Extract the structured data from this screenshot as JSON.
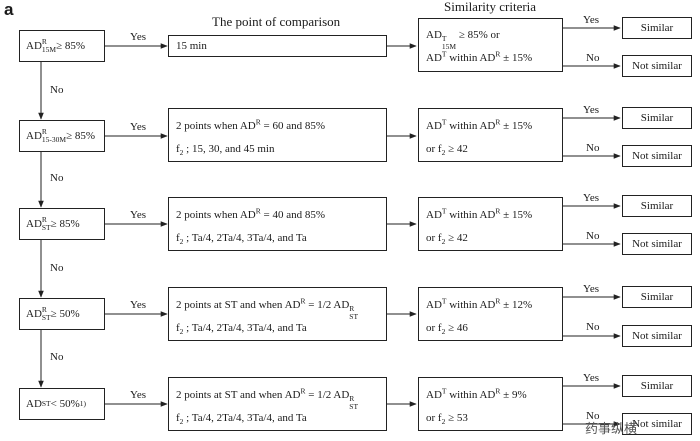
{
  "panel_label": "a",
  "headers": {
    "point": "The point of comparison",
    "criteria": "Similarity criteria"
  },
  "edge_labels": {
    "yes": "Yes",
    "no": "No"
  },
  "outcomes": {
    "similar": "Similar",
    "not_similar": "Not similar"
  },
  "rows": [
    {
      "cond": {
        "a": "AD",
        "sup": "R",
        "sub": "15M",
        "b": " ≥ 85%"
      },
      "point": {
        "l1": "15 min"
      },
      "crit": {
        "l1a": "AD",
        "l1sup": "T",
        "l1sub": "15M",
        "l1b": " ≥ 85% or",
        "l2a": "AD",
        "l2sup": "T",
        "l2b": " within AD",
        "l2sup2": "R",
        "l2c": " ± 15%"
      }
    },
    {
      "cond": {
        "a": "AD",
        "sup": "R",
        "sub": "15-30M",
        "b": " ≥ 85%"
      },
      "point": {
        "l1a": "2 points when AD",
        "l1sup": "R",
        "l1b": " = 60 and 85%",
        "l2a": "f",
        "l2sub": "2",
        "l2b": " ; 15, 30, and 45 min"
      },
      "crit": {
        "l1a": "AD",
        "l1sup": "T",
        "l1b": " within AD",
        "l1sup2": "R",
        "l1c": " ± 15%",
        "l2a": "or f",
        "l2sub": "2",
        "l2b": " ≥ 42"
      }
    },
    {
      "cond": {
        "a": "AD",
        "sup": "R",
        "sub": "ST",
        "b": " ≥ 85%"
      },
      "point": {
        "l1a": "2 points when AD",
        "l1sup": "R",
        "l1b": " = 40 and 85%",
        "l2a": "f",
        "l2sub": "2",
        "l2b": " ; Ta/4, 2Ta/4, 3Ta/4, and Ta"
      },
      "crit": {
        "l1a": "AD",
        "l1sup": "T",
        "l1b": " within AD",
        "l1sup2": "R",
        "l1c": " ± 15%",
        "l2a": "or f",
        "l2sub": "2",
        "l2b": " ≥ 42"
      }
    },
    {
      "cond": {
        "a": "AD",
        "sup": "R",
        "sub": "ST",
        "b": " ≥ 50%"
      },
      "point": {
        "l1a": "2 points at ST and when AD",
        "l1sup": "R",
        "l1b": " = 1/2 AD",
        "l1sup2": "R",
        "l1sub2": "ST",
        "l2a": "f",
        "l2sub": "2",
        "l2b": " ; Ta/4, 2Ta/4, 3Ta/4, and Ta"
      },
      "crit": {
        "l1a": "AD",
        "l1sup": "T",
        "l1b": " within AD",
        "l1sup2": "R",
        "l1c": " ± 12%",
        "l2a": "or f",
        "l2sub": "2",
        "l2b": " ≥ 46"
      }
    },
    {
      "cond": {
        "a": "AD",
        "sub": "ST",
        "b": " < 50%",
        "note": " 1)"
      },
      "point": {
        "l1a": "2 points at ST and when AD",
        "l1sup": "R",
        "l1b": " =  1/2 AD",
        "l1sup2": "R",
        "l1sub2": "ST",
        "l2a": "f",
        "l2sub": "2",
        "l2b": " ; Ta/4, 2Ta/4, 3Ta/4, and Ta"
      },
      "crit": {
        "l1a": "AD",
        "l1sup": "T",
        "l1b": " within AD",
        "l1sup2": "R",
        "l1c": " ± 9%",
        "l2a": "or f",
        "l2sub": "2",
        "l2b": " ≥ 53"
      }
    }
  ],
  "watermark": "药事纵横"
}
